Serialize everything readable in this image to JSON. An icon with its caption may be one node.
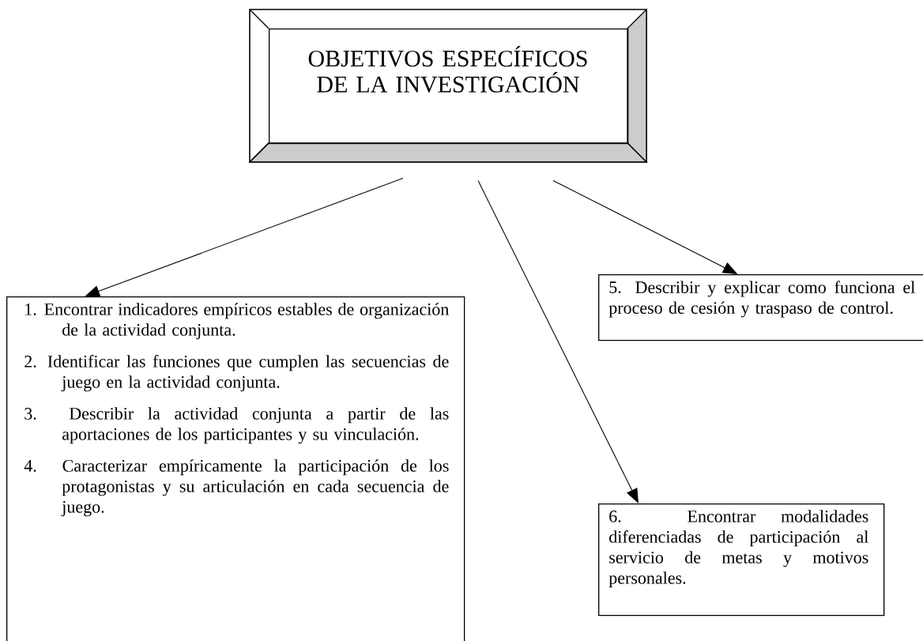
{
  "diagram": {
    "nodes": [
      {
        "text": [
          "OBJETIVOS ESPECÍFICOS DE LA INVESTIGACIÓN"
        ]
      },
      {
        "text": [
          "1. Encontrar indicadores empíricos estables de organización de la actividad conjunta.",
          "2. Identificar las funciones que cumplen las secuencias de juego en la actividad conjunta.",
          "3. Describir la actividad conjunta a partir de las aportaciones de los participantes y su vinculación.",
          "4. Caracterizar empíricamente la participación de los protagonistas y su articulación en cada secuencia de juego."
        ]
      },
      {
        "text": [
          "5. Describir y explicar como funciona el proceso de cesión y traspaso de control."
        ]
      },
      {
        "text": [
          "6. Encontrar modalidades diferenciadas de participación al servicio de metas y motivos personales."
        ]
      }
    ],
    "edges": [
      {
        "from": 0,
        "to": 1,
        "arrow": "to"
      },
      {
        "from": 0,
        "to": 3,
        "arrow": "to"
      },
      {
        "from": 0,
        "to": 2,
        "arrow": "to"
      }
    ]
  }
}
